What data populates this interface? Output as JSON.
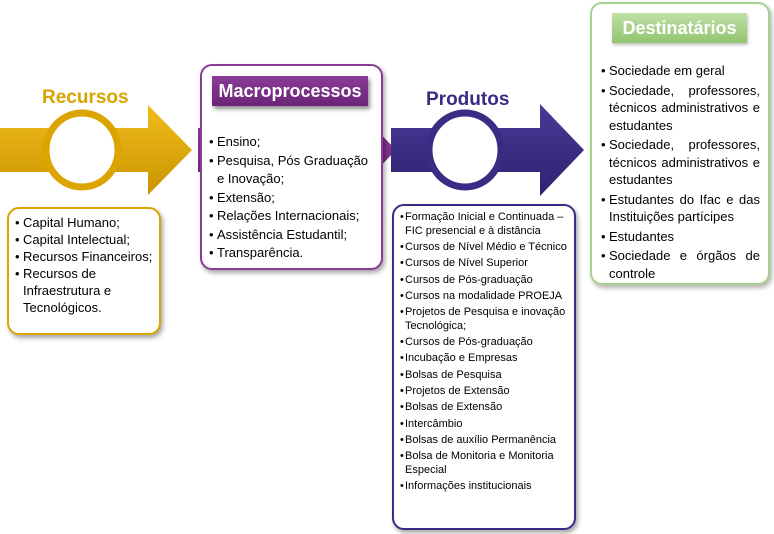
{
  "recursos": {
    "title": "Recursos",
    "color": "#dba400",
    "items": [
      "Capital Humano;",
      "Capital Intelectual;",
      "Recursos Financeiros;",
      "Recursos de Infraestrutura e Tecnológicos."
    ]
  },
  "macroprocessos": {
    "title": "Macroprocessos",
    "color": "#8a3c97",
    "items": [
      "Ensino;",
      "Pesquisa, Pós Graduação e Inovação;",
      "Extensão;",
      "Relações Internacionais;",
      "Assistência Estudantil;",
      "Transparência."
    ]
  },
  "produtos": {
    "title": "Produtos",
    "color": "#3b2b85",
    "items": [
      "Formação Inicial e Continuada – FIC presencial e à distância",
      "Cursos de Nível Médio e Técnico",
      "Cursos de Nível Superior",
      "Cursos de Pós-graduação",
      "Cursos na modalidade PROEJA",
      "Projetos de Pesquisa e inovação Tecnológica;",
      "Cursos de Pós-graduação",
      "Incubação e Empresas",
      "Bolsas de Pesquisa",
      "Projetos de Extensão",
      "Bolsas de Extensão",
      "Intercâmbio",
      "Bolsas de auxílio Permanência",
      "Bolsa de Monitoria e Monitoria Especial",
      "Informações institucionais"
    ]
  },
  "destinatarios": {
    "title": "Destinatários",
    "color": "#a9d18e",
    "items": [
      "Sociedade em geral",
      "Sociedade, professores, técnicos administrativos e estudantes",
      "Sociedade, professores, técnicos administrativos e estudantes",
      "Estudantes do Ifac e das Instituições partícipes",
      "Estudantes",
      "Sociedade e órgãos de controle"
    ]
  }
}
